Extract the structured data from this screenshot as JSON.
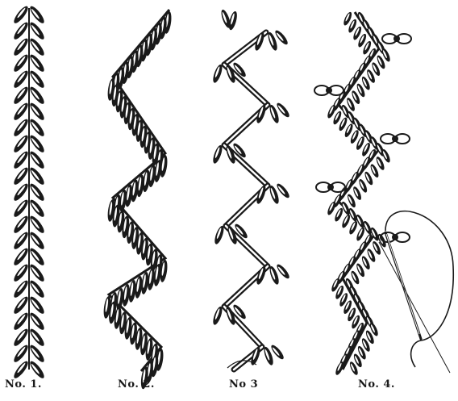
{
  "captions": {
    "no1": "No. 1.",
    "no2": "No. 2.",
    "no3": "No 3",
    "no4": "No. 4."
  },
  "colors": {
    "ink": "#1a1a1a",
    "paper": "#ffffff"
  }
}
